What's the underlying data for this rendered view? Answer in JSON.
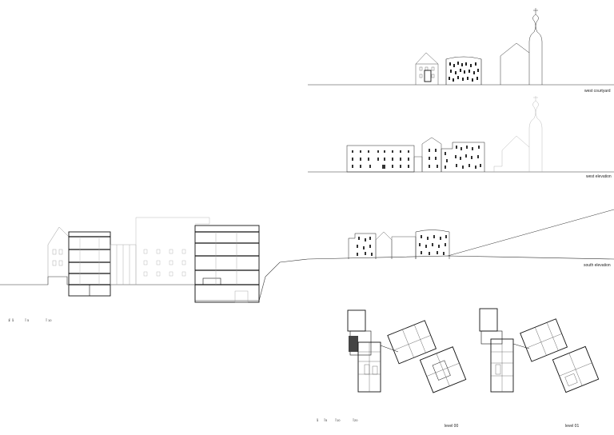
{
  "drawings": {
    "west_courtyard": {
      "caption": "west courtyard"
    },
    "west_elevation": {
      "caption": "west elevation"
    },
    "south_elevation": {
      "caption": "south elevation"
    },
    "section": {
      "scale_ticks": [
        "1",
        "1",
        "5",
        "10"
      ]
    },
    "plans": {
      "scale_ticks": [
        "1",
        "5",
        "10",
        "20"
      ],
      "level_00": "level 00",
      "level_01": "level 01"
    }
  },
  "colors": {
    "line": "#1a1a1a",
    "thin": "#888888",
    "ground": "#333333"
  }
}
